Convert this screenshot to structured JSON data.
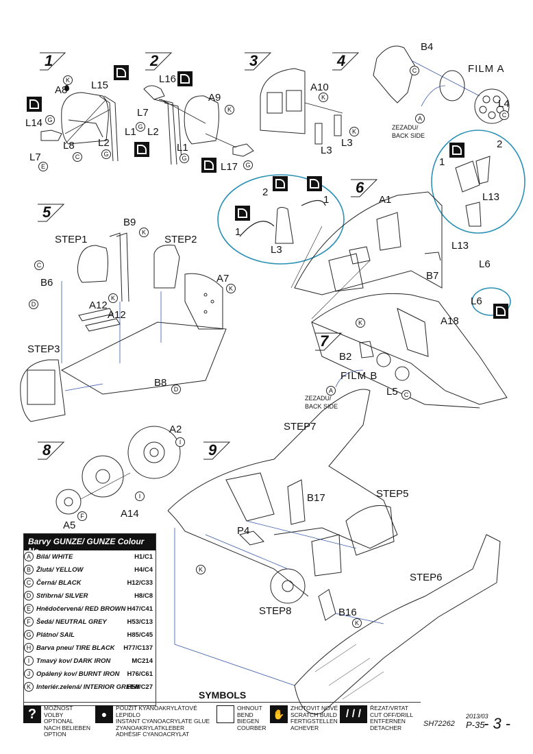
{
  "steps": {
    "s1": "1",
    "s2": "2",
    "s3": "3",
    "s4": "4",
    "s5": "5",
    "s6": "6",
    "s7": "7",
    "s8": "8",
    "s9": "9"
  },
  "labels": {
    "l15": "L15",
    "a8": "A8",
    "l14": "L14",
    "l8": "L8",
    "l7a": "L7",
    "l2a": "L2",
    "l16": "L16",
    "l7b": "L7",
    "l1a": "L1",
    "l2b": "L2",
    "a9": "A9",
    "l1b": "L1",
    "l17": "L17",
    "a10": "A10",
    "l3a": "L3",
    "l3b": "L3",
    "l3c": "L3",
    "b4": "B4",
    "film_a": "FILM A",
    "l4": "L4",
    "zezadu_a": "ZEZADU/",
    "back_a": "BACK SIDE",
    "l13a": "L13",
    "l13b": "L13",
    "a1": "A1",
    "l6a": "L6",
    "l6b": "L6",
    "b7": "B7",
    "step1": "STEP1",
    "step2": "STEP2",
    "b9": "B9",
    "b6": "B6",
    "a7": "A7",
    "a12a": "A12",
    "a12b": "A12",
    "step3": "STEP3",
    "b8": "B8",
    "a18": "A18",
    "b2": "B2",
    "film_b": "FILM B",
    "l5": "L5",
    "zezadu_b": "ZEZADU/",
    "back_b": "BACK SIDE",
    "a2": "A2",
    "a14": "A14",
    "a5": "A5",
    "step7": "STEP7",
    "b17": "B17",
    "step5": "STEP5",
    "p4": "P4",
    "step6": "STEP6",
    "step8": "STEP8",
    "b16": "B16",
    "n1": "1",
    "n2": "2",
    "n1b": "1",
    "n2b": "2"
  },
  "colour_table": {
    "title": "Barvy GUNZE/ GUNZE Colour No.",
    "rows": [
      {
        "letter": "A",
        "name": "Bílá/ WHITE",
        "code": "H1/C1"
      },
      {
        "letter": "B",
        "name": "Žlutá/ YELLOW",
        "code": "H4/C4"
      },
      {
        "letter": "C",
        "name": "Černá/ BLACK",
        "code": "H12/C33"
      },
      {
        "letter": "D",
        "name": "Stříbrná/ SILVER",
        "code": "H8/C8"
      },
      {
        "letter": "E",
        "name": "Hnědočervená/ RED BROWN",
        "code": "H47/C41"
      },
      {
        "letter": "F",
        "name": "Šedá/ NEUTRAL GREY",
        "code": "H53/C13"
      },
      {
        "letter": "G",
        "name": "Plátno/ SAIL",
        "code": "H85/C45"
      },
      {
        "letter": "H",
        "name": "Barva pneu/ TIRE BLACK",
        "code": "H77/C137"
      },
      {
        "letter": "I",
        "name": "Tmavý kov/ DARK IRON",
        "code": "MC214"
      },
      {
        "letter": "J",
        "name": "Opálený kov/ BURNT IRON",
        "code": "H76/C61"
      },
      {
        "letter": "K",
        "name": "Interiér.zelená/ INTERIOR GREEN",
        "code": "H58/C27"
      }
    ]
  },
  "symbols": {
    "title": "SYMBOLS",
    "optional": "MOŽNOST VOLBY\nOPTIONAL\nNACH BELIEBEN\nOPTION",
    "glue": "POUŽIT KYANOAKRYLÁTOVÉ LEPIDLO\nINSTANT CYANOACRYLATE GLUE\nZYANOAKRYLATKLEBER\nADHÉSIF CYANOACRYLAT",
    "bend": "OHNOUT\nBEND\nBIEGEN\nCOURBER",
    "scratch": "ZHOTOVIT NOVÉ\nSCRATCH BUILD\nFERTIGSTELLEN\nACHEVER",
    "cut": "ŘEZAT/VRTAT\nCUT OFF/DRILL\nENTFERNEN\nDETACHER"
  },
  "footer": {
    "code": "SH72262",
    "date": "2013/03",
    "model": "P-35",
    "page": "- 3 -"
  }
}
